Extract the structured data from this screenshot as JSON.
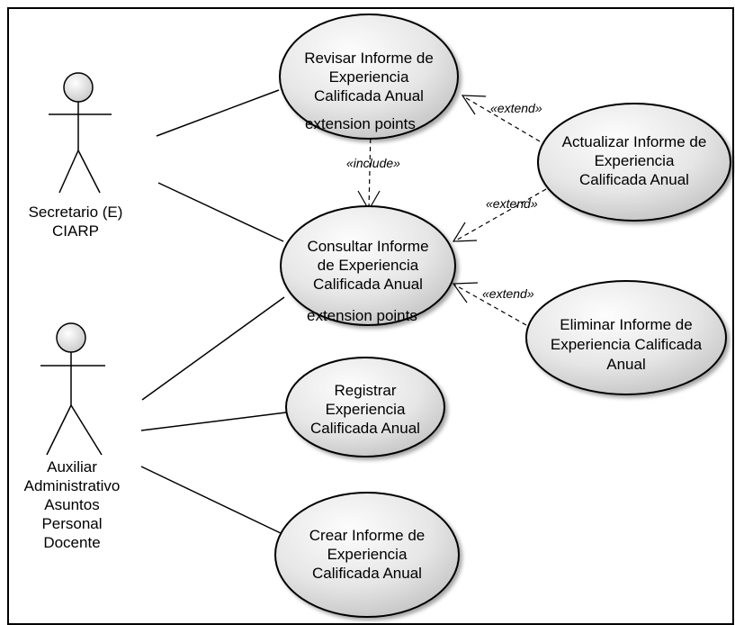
{
  "actors": {
    "secretario": {
      "lines": [
        "Secretario (E)",
        "CIARP"
      ]
    },
    "auxiliar": {
      "lines": [
        "Auxiliar",
        "Administrativo",
        "Asuntos",
        "Personal",
        "Docente"
      ]
    }
  },
  "use_cases": {
    "revisar": {
      "lines": [
        "Revisar Informe de",
        "Experiencia",
        "Calificada Anual"
      ],
      "extension": "extension points"
    },
    "consultar": {
      "lines": [
        "Consultar Informe",
        "de Experiencia",
        "Calificada Anual"
      ],
      "extension": "extension points"
    },
    "actualizar": {
      "lines": [
        "Actualizar Informe de",
        "Experiencia",
        "Calificada Anual"
      ]
    },
    "eliminar": {
      "lines": [
        "Eliminar Informe de",
        "Experiencia Calificada",
        "Anual"
      ]
    },
    "registrar": {
      "lines": [
        "Registrar",
        "Experiencia",
        "Calificada Anual"
      ]
    },
    "crear": {
      "lines": [
        "Crear Informe de",
        "Experiencia",
        "Calificada Anual"
      ]
    }
  },
  "relations": {
    "include": "«include»",
    "extend_actualizar_revisar": "«extend»",
    "extend_actualizar_consultar": "«extend»",
    "extend_eliminar_consultar": "«extend»"
  },
  "colors": {
    "uc_light": "#f4f4f4",
    "uc_dark": "#c9c9c9",
    "line": "#000000"
  }
}
